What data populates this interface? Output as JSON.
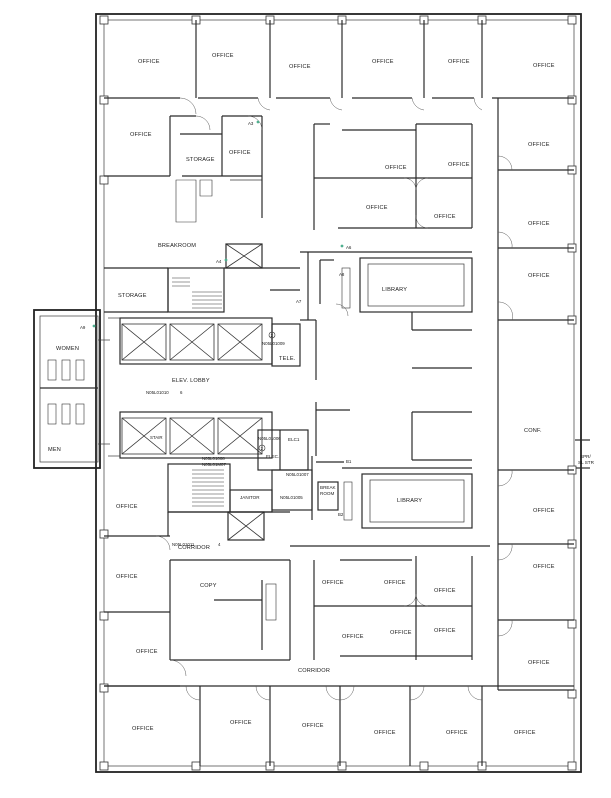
{
  "floor_plan": {
    "rooms": {
      "office_01": "OFFICE",
      "office_02": "OFFICE",
      "office_03": "OFFICE",
      "office_04": "OFFICE",
      "office_05": "OFFICE",
      "office_06": "OFFICE",
      "office_07": "OFFICE",
      "office_08": "OFFICE",
      "office_09": "OFFICE",
      "office_10": "OFFICE",
      "office_11": "OFFICE",
      "office_12": "OFFICE",
      "office_13": "OFFICE",
      "office_14": "OFFICE",
      "office_15": "OFFICE",
      "office_16": "OFFICE",
      "office_17": "OFFICE",
      "office_18": "OFFICE",
      "office_19": "OFFICE",
      "office_20": "OFFICE",
      "office_21": "OFFICE",
      "office_22": "OFFICE",
      "office_23": "OFFICE",
      "office_24": "OFFICE",
      "office_25": "OFFICE",
      "office_26": "OFFICE",
      "office_27": "OFFICE",
      "office_28": "OFFICE",
      "office_29": "OFFICE",
      "office_30": "OFFICE",
      "office_31": "OFFICE",
      "storage_1": "STORAGE",
      "storage_2": "STORAGE",
      "breakroom": "BREAKROOM",
      "library_1": "LIBRARY",
      "library_2": "LIBRARY",
      "women": "WOMEN",
      "men": "MEN",
      "elev_lobby": "ELEV. LOBBY",
      "tele": "TELE.",
      "elec": "ELEC.",
      "elec_closet": "ELC1",
      "janitor": "JANITOR",
      "break_room": "BREAK ROOM",
      "corridor_1": "CORRIDOR",
      "corridor_2": "CORRIDOR",
      "copy": "COPY",
      "conf": "CONF.",
      "stair_note": "STAIR",
      "spr_note": "7L SPR/\nSL STR"
    },
    "tags": {
      "a3": "A3",
      "a4": "A4",
      "a6": "A6",
      "a7": "A7",
      "a8": "A8",
      "a9": "A9",
      "b1": "B1",
      "b2": "B2",
      "n5l01009": "N05L01009",
      "n5l01010": "N05L01010",
      "n5l01011": "N05L01011",
      "n5l01006": "N05L01006",
      "n5l01007": "N05L01007",
      "n5l01005": "N05L01005",
      "n5l01008": "N05L01008",
      "n5l01m07": "N05L01M07",
      "elec_no": "2",
      "tele_no": "2",
      "lobby_no": "6",
      "corr_no": "4"
    }
  }
}
